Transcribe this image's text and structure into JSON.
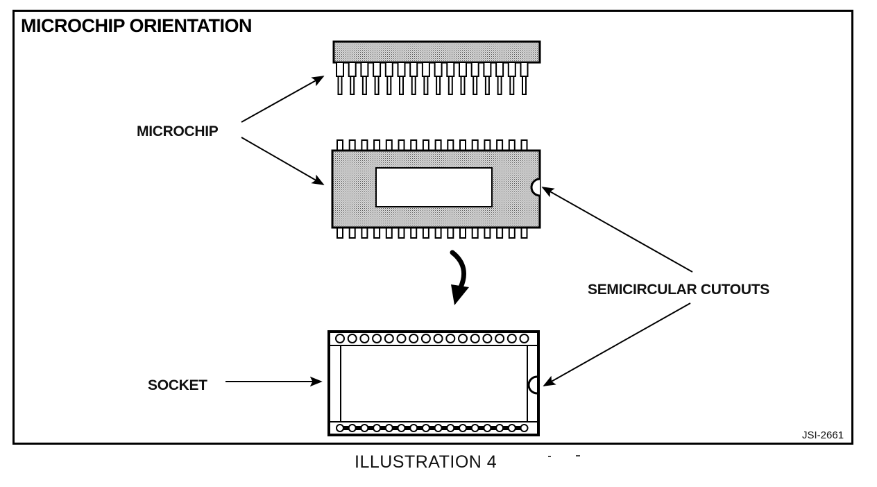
{
  "title": "MICROCHIP ORIENTATION",
  "labels": {
    "microchip": "MICROCHIP",
    "semicircular_cutouts": "SEMICIRCULAR CUTOUTS",
    "socket": "SOCKET"
  },
  "figure_code": "JSI-2661",
  "caption": "ILLUSTRATION 4",
  "colors": {
    "ink": "#000000",
    "chip_fill": "#c8c8c8",
    "paper": "#ffffff"
  }
}
